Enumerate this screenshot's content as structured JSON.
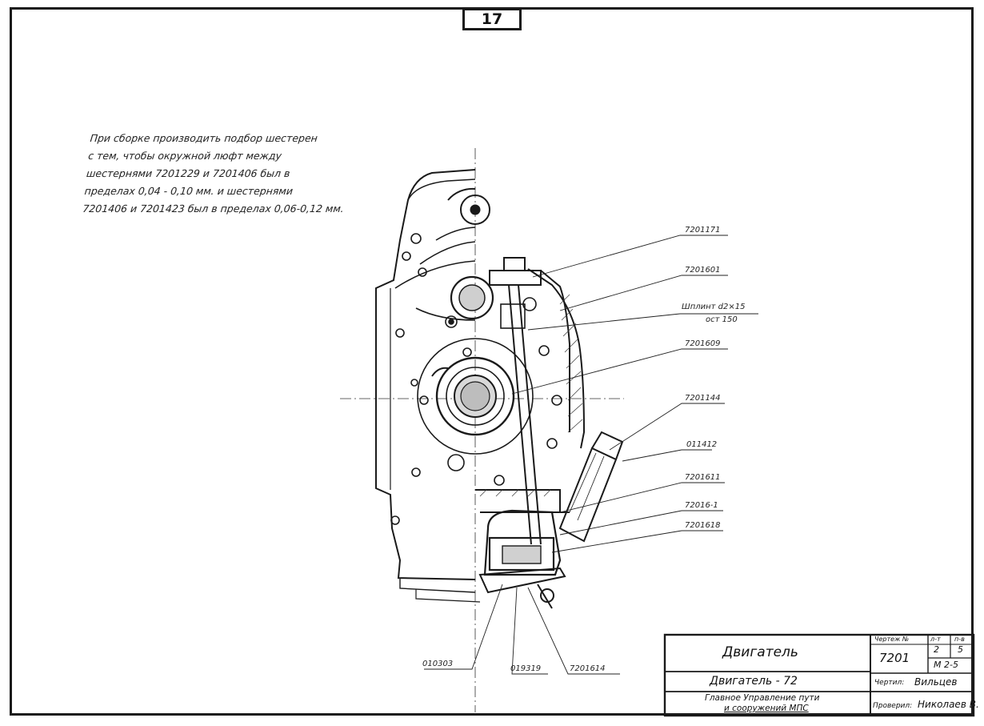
{
  "page_number": "17",
  "note_lines": [
    "При сборке производить подбор  шестерен",
    "с тем, чтобы окружной люфт  между",
    "шестернями 7201229 и 7201406 был в",
    "пределах 0,04 - 0,10 мм. и шестернями",
    "7201406 и 7201423 был в пределах 0,06-0,12 мм."
  ],
  "callouts": [
    {
      "id": "c1",
      "text": "7201171"
    },
    {
      "id": "c2",
      "text": "7201601"
    },
    {
      "id": "c3",
      "text": "Шплинт d2×15"
    },
    {
      "id": "c3b",
      "text": "ост 150"
    },
    {
      "id": "c4",
      "text": "7201609"
    },
    {
      "id": "c5",
      "text": "7201144"
    },
    {
      "id": "c6",
      "text": "011412"
    },
    {
      "id": "c7",
      "text": "7201611"
    },
    {
      "id": "c8",
      "text": "72016-1"
    },
    {
      "id": "c9",
      "text": "7201618"
    },
    {
      "id": "c10",
      "text": "010303"
    },
    {
      "id": "c11",
      "text": "019319"
    },
    {
      "id": "c12",
      "text": "7201614"
    }
  ],
  "title_block": {
    "name": "Двигатель",
    "subtitle": "Двигатель - 72",
    "org_line1": "Главное Управление пути",
    "org_line2": "и сооружений МПС",
    "drawing_no_label": "Чертеж №",
    "drawing_no": "7201",
    "col1_label": "л-т",
    "col2_label": "п-в",
    "col1_value": "2",
    "col2_value": "5",
    "scale": "М 2-5",
    "drawn_label": "Чертил:",
    "drawn_by": "Вильцев",
    "checked_label": "Проверил:",
    "checked_by": "Николаев В."
  }
}
